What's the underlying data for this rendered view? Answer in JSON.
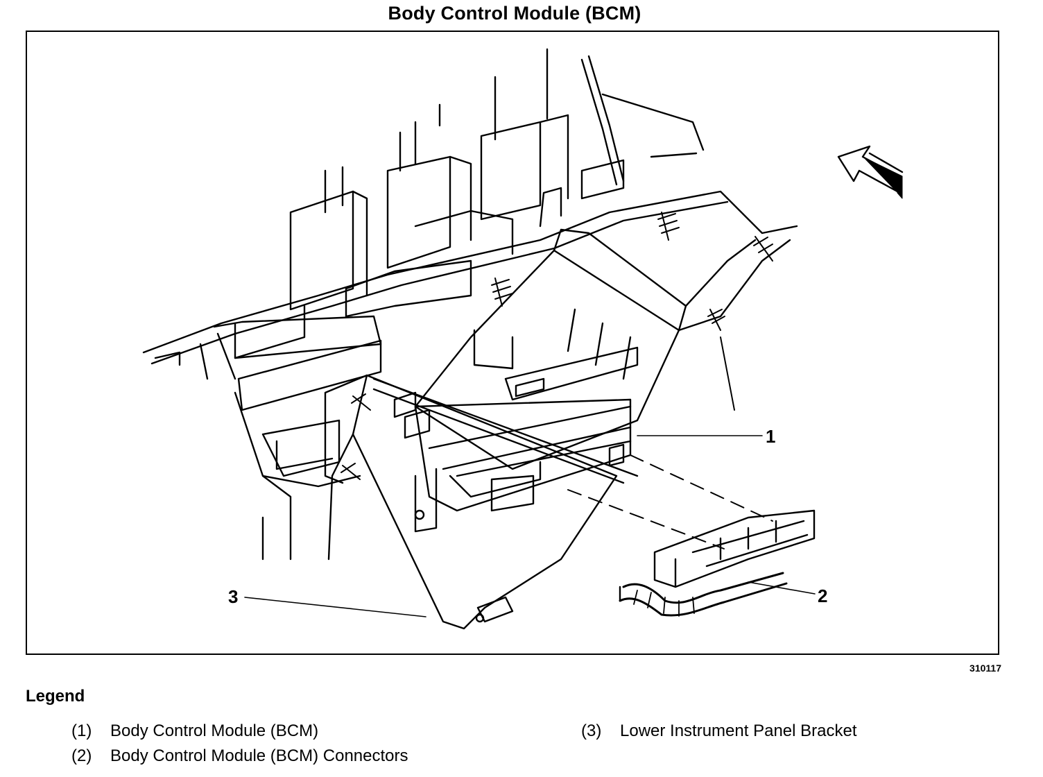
{
  "title": "Body Control Module (BCM)",
  "figure_id": "310117",
  "callouts": {
    "c1": "1",
    "c2": "2",
    "c3": "3"
  },
  "legend": {
    "heading": "Legend",
    "items": [
      {
        "num": "(1)",
        "label": "Body Control Module (BCM)"
      },
      {
        "num": "(2)",
        "label": "Body Control Module (BCM) Connectors"
      },
      {
        "num": "(3)",
        "label": "Lower Instrument Panel Bracket"
      }
    ]
  },
  "icons": [
    "forward-direction-arrow-icon"
  ],
  "colors": {
    "ink": "#000000",
    "paper": "#ffffff"
  }
}
